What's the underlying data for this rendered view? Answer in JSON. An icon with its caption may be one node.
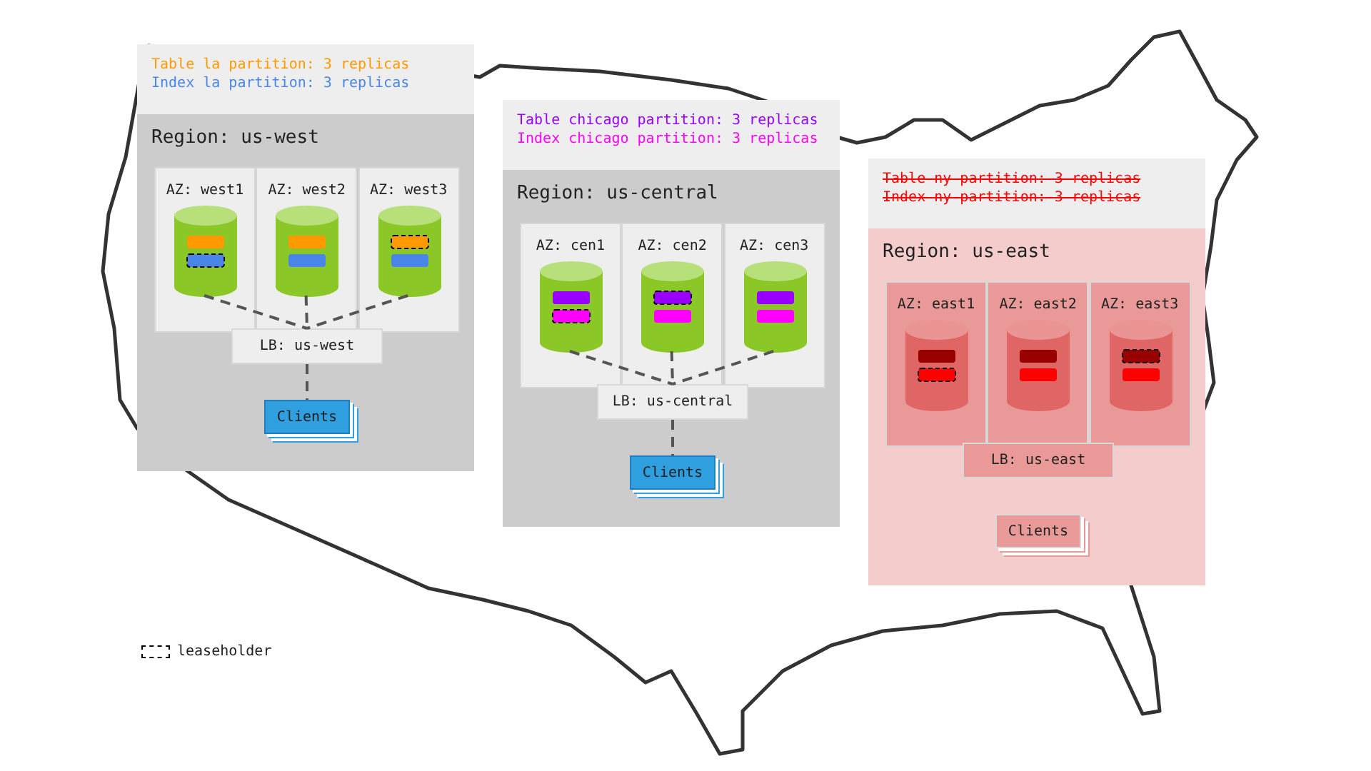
{
  "diagram": {
    "nodes": [
      {
        "text": [
          "Table la partition: 3 replicas",
          "Index la partition: 3 replicas"
        ]
      },
      {
        "text": [
          "Region: us-west"
        ]
      },
      {
        "text": [
          "AZ: west1"
        ],
        "in": 1
      },
      {
        "text": [],
        "shape": "cylinder",
        "in": 2
      },
      {
        "text": [
          "AZ: west2"
        ],
        "in": 1
      },
      {
        "text": [],
        "shape": "cylinder",
        "in": 4
      },
      {
        "text": [
          "AZ: west3"
        ],
        "in": 1
      },
      {
        "text": [],
        "shape": "cylinder",
        "in": 6
      },
      {
        "text": [
          "LB: us-west"
        ],
        "in": 1
      },
      {
        "text": [
          "Clients"
        ],
        "in": 1
      },
      {
        "text": [
          "Table chicago partition: 3 replicas",
          "Index chicago partition: 3 replicas"
        ]
      },
      {
        "text": [
          "Region: us-central"
        ]
      },
      {
        "text": [
          "AZ: cen1"
        ],
        "in": 11
      },
      {
        "text": [],
        "shape": "cylinder",
        "in": 12
      },
      {
        "text": [
          "AZ: cen2"
        ],
        "in": 11
      },
      {
        "text": [],
        "shape": "cylinder",
        "in": 14
      },
      {
        "text": [
          "AZ: cen3"
        ],
        "in": 11
      },
      {
        "text": [],
        "shape": "cylinder",
        "in": 16
      },
      {
        "text": [
          "LB: us-central"
        ],
        "in": 11
      },
      {
        "text": [
          "Clients"
        ],
        "in": 11
      },
      {
        "text": [
          "Table ny partition: 3 replicas",
          "Index ny partition: 3 replicas"
        ]
      },
      {
        "text": [
          "Region: us-east"
        ]
      },
      {
        "text": [
          "AZ: east1"
        ],
        "in": 21
      },
      {
        "text": [],
        "shape": "cylinder",
        "in": 22
      },
      {
        "text": [
          "AZ: east2"
        ],
        "in": 21
      },
      {
        "text": [],
        "shape": "cylinder",
        "in": 24
      },
      {
        "text": [
          "AZ: east3"
        ],
        "in": 21
      },
      {
        "text": [],
        "shape": "cylinder",
        "in": 26
      },
      {
        "text": [
          "LB: us-east"
        ],
        "in": 21
      },
      {
        "text": [
          "Clients"
        ],
        "in": 21
      }
    ],
    "edges": [
      {
        "from": 3,
        "to": 8,
        "arrow": "none",
        "style": "dashed"
      },
      {
        "from": 5,
        "to": 8,
        "arrow": "none",
        "style": "dashed"
      },
      {
        "from": 7,
        "to": 8,
        "arrow": "none",
        "style": "dashed"
      },
      {
        "from": 8,
        "to": 9,
        "arrow": "none",
        "style": "dashed"
      },
      {
        "from": 13,
        "to": 18,
        "arrow": "none",
        "style": "dashed"
      },
      {
        "from": 15,
        "to": 18,
        "arrow": "none",
        "style": "dashed"
      },
      {
        "from": 17,
        "to": 18,
        "arrow": "none",
        "style": "dashed"
      },
      {
        "from": 18,
        "to": 19,
        "arrow": "none",
        "style": "dashed"
      }
    ],
    "legend": [
      {
        "text": "leaseholder"
      }
    ]
  }
}
